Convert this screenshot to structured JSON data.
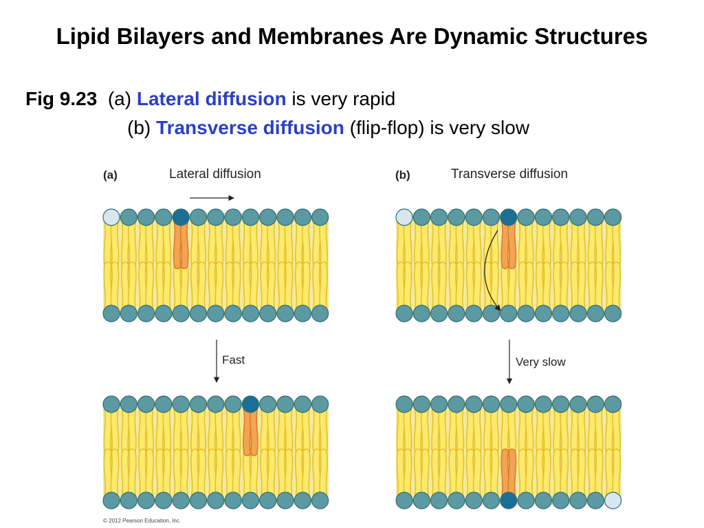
{
  "title": "Lipid Bilayers and Membranes Are Dynamic Structures",
  "caption": {
    "fig_number": "Fig 9.23",
    "line_a": {
      "prefix": "(a)",
      "term": "Lateral diffusion",
      "suffix": "is very rapid"
    },
    "line_b": {
      "prefix": "(b)",
      "term": "Transverse diffusion",
      "suffix": "(flip-flop) is very slow"
    }
  },
  "panels": {
    "a": {
      "tag": "(a)",
      "title": "Lateral diffusion",
      "rate": "Fast"
    },
    "b": {
      "tag": "(b)",
      "title": "Transverse diffusion",
      "rate": "Very slow"
    }
  },
  "copyright": "© 2012 Pearson Education, Inc.",
  "colors": {
    "membrane_core": "#f3e9a0",
    "lipid_tail": "#fde96a",
    "lipid_tail_edge": "#e3bf2a",
    "head": "#5c9aa3",
    "head_edge": "#2f6b75",
    "head_highlight": "#1a6f97",
    "head_light": "#d7e7ef",
    "highlight_tail": "#f2a450",
    "highlight_tail_edge": "#d9792b"
  }
}
